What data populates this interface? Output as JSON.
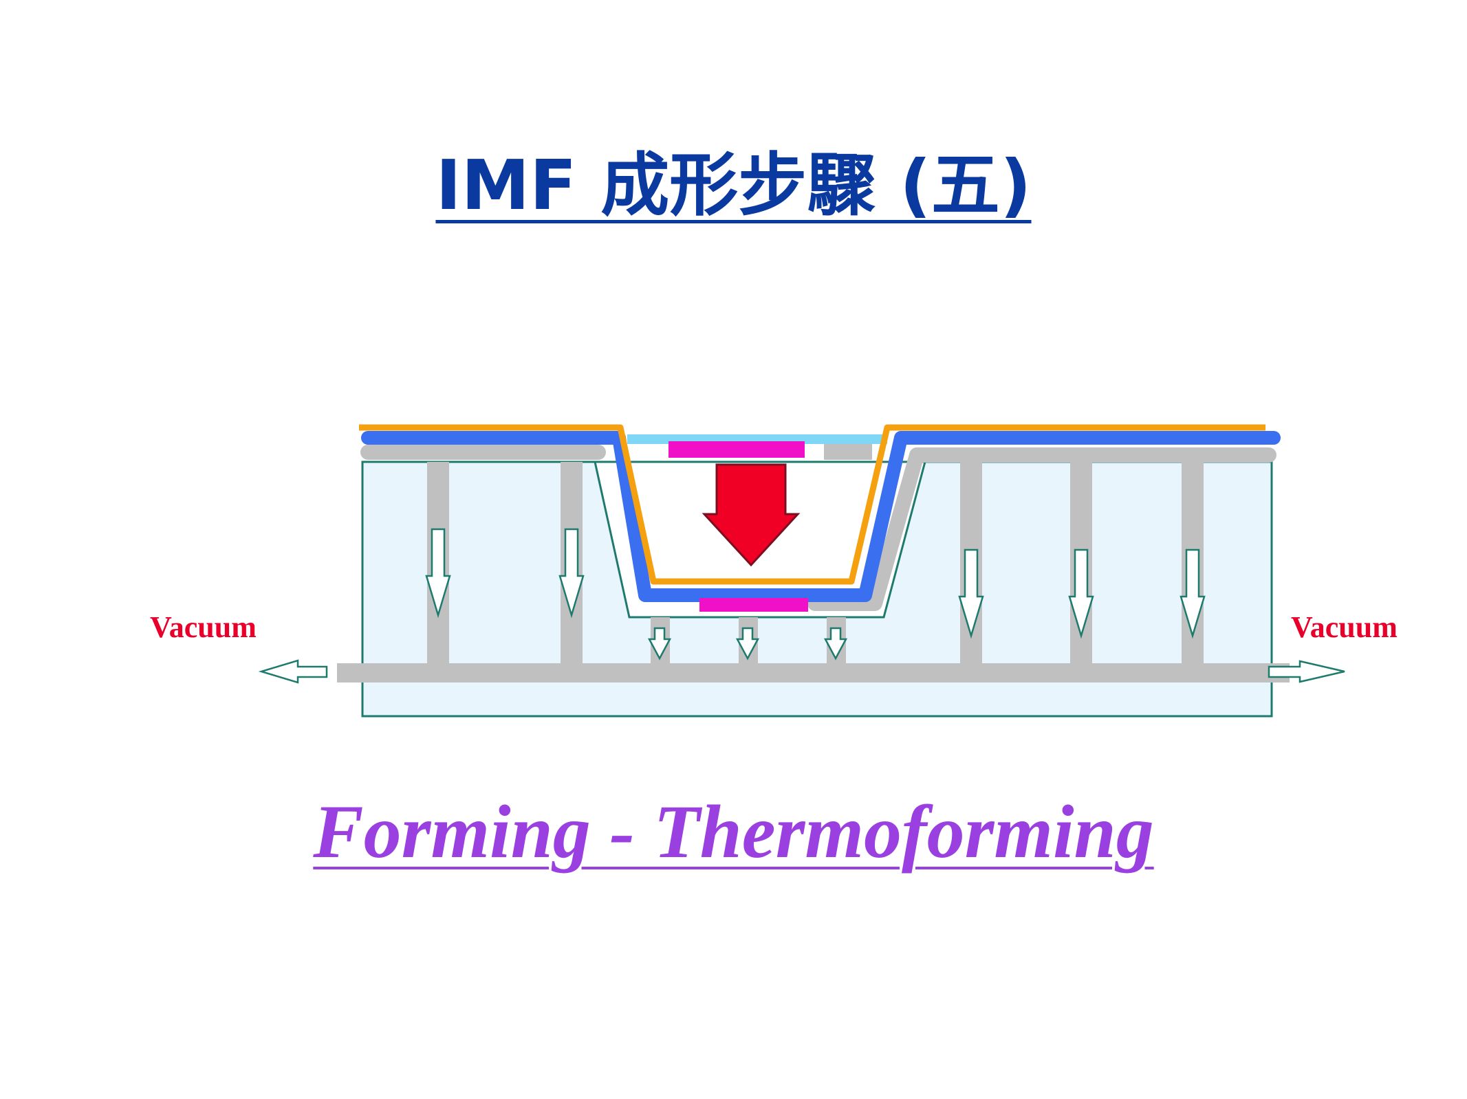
{
  "title": "IMF 成形步驟 (五)",
  "caption": "Forming - Thermoforming",
  "labels": {
    "vacuum_left": "Vacuum",
    "vacuum_right": "Vacuum"
  },
  "colors": {
    "title": "#0a3aa0",
    "caption": "#9a3fe0",
    "vacuum_label": "#e8002b",
    "mold_fill": "#e8f5fd",
    "mold_stroke": "#1f7a6e",
    "channel": "#c0c0c0",
    "film_orange": "#f5a00f",
    "film_blue": "#3a6ff0",
    "film_light_blue": "#7fd6f5",
    "insert_magenta": "#f010c8",
    "press_arrow": "#f00024",
    "flow_arrow_fill": "#ffffff"
  },
  "icons": {
    "press_arrow": "down-arrow-icon",
    "flow_arrow": "down-arrow-outline-icon",
    "exhaust_arrow": "horizontal-arrow-outline-icon"
  }
}
